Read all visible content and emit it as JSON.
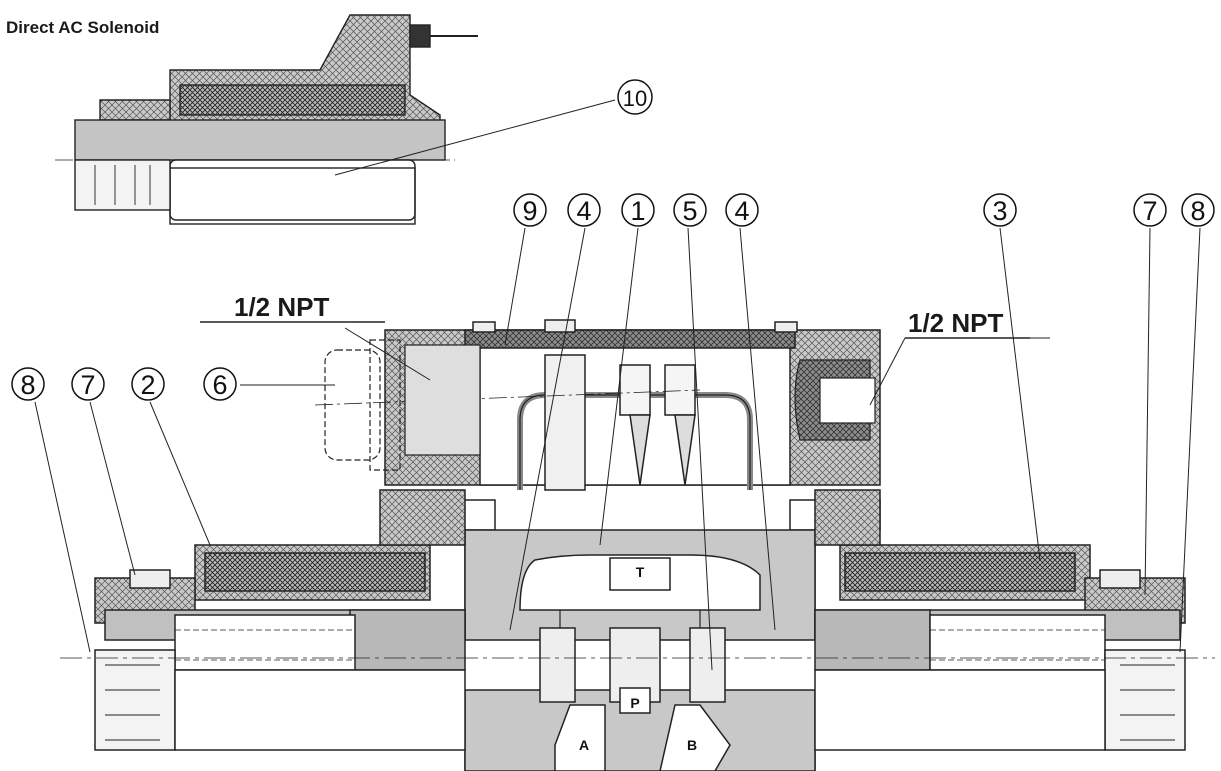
{
  "title": "Direct AC Solenoid",
  "port_label": "1/2 NPT",
  "part_numbers": {
    "n1": "1",
    "n2": "2",
    "n3": "3",
    "n4": "4",
    "n5": "5",
    "n6": "6",
    "n7": "7",
    "n8": "8",
    "n9": "9",
    "n10": "10"
  },
  "ports": {
    "T": "T",
    "P": "P",
    "A": "A",
    "B": "B"
  }
}
